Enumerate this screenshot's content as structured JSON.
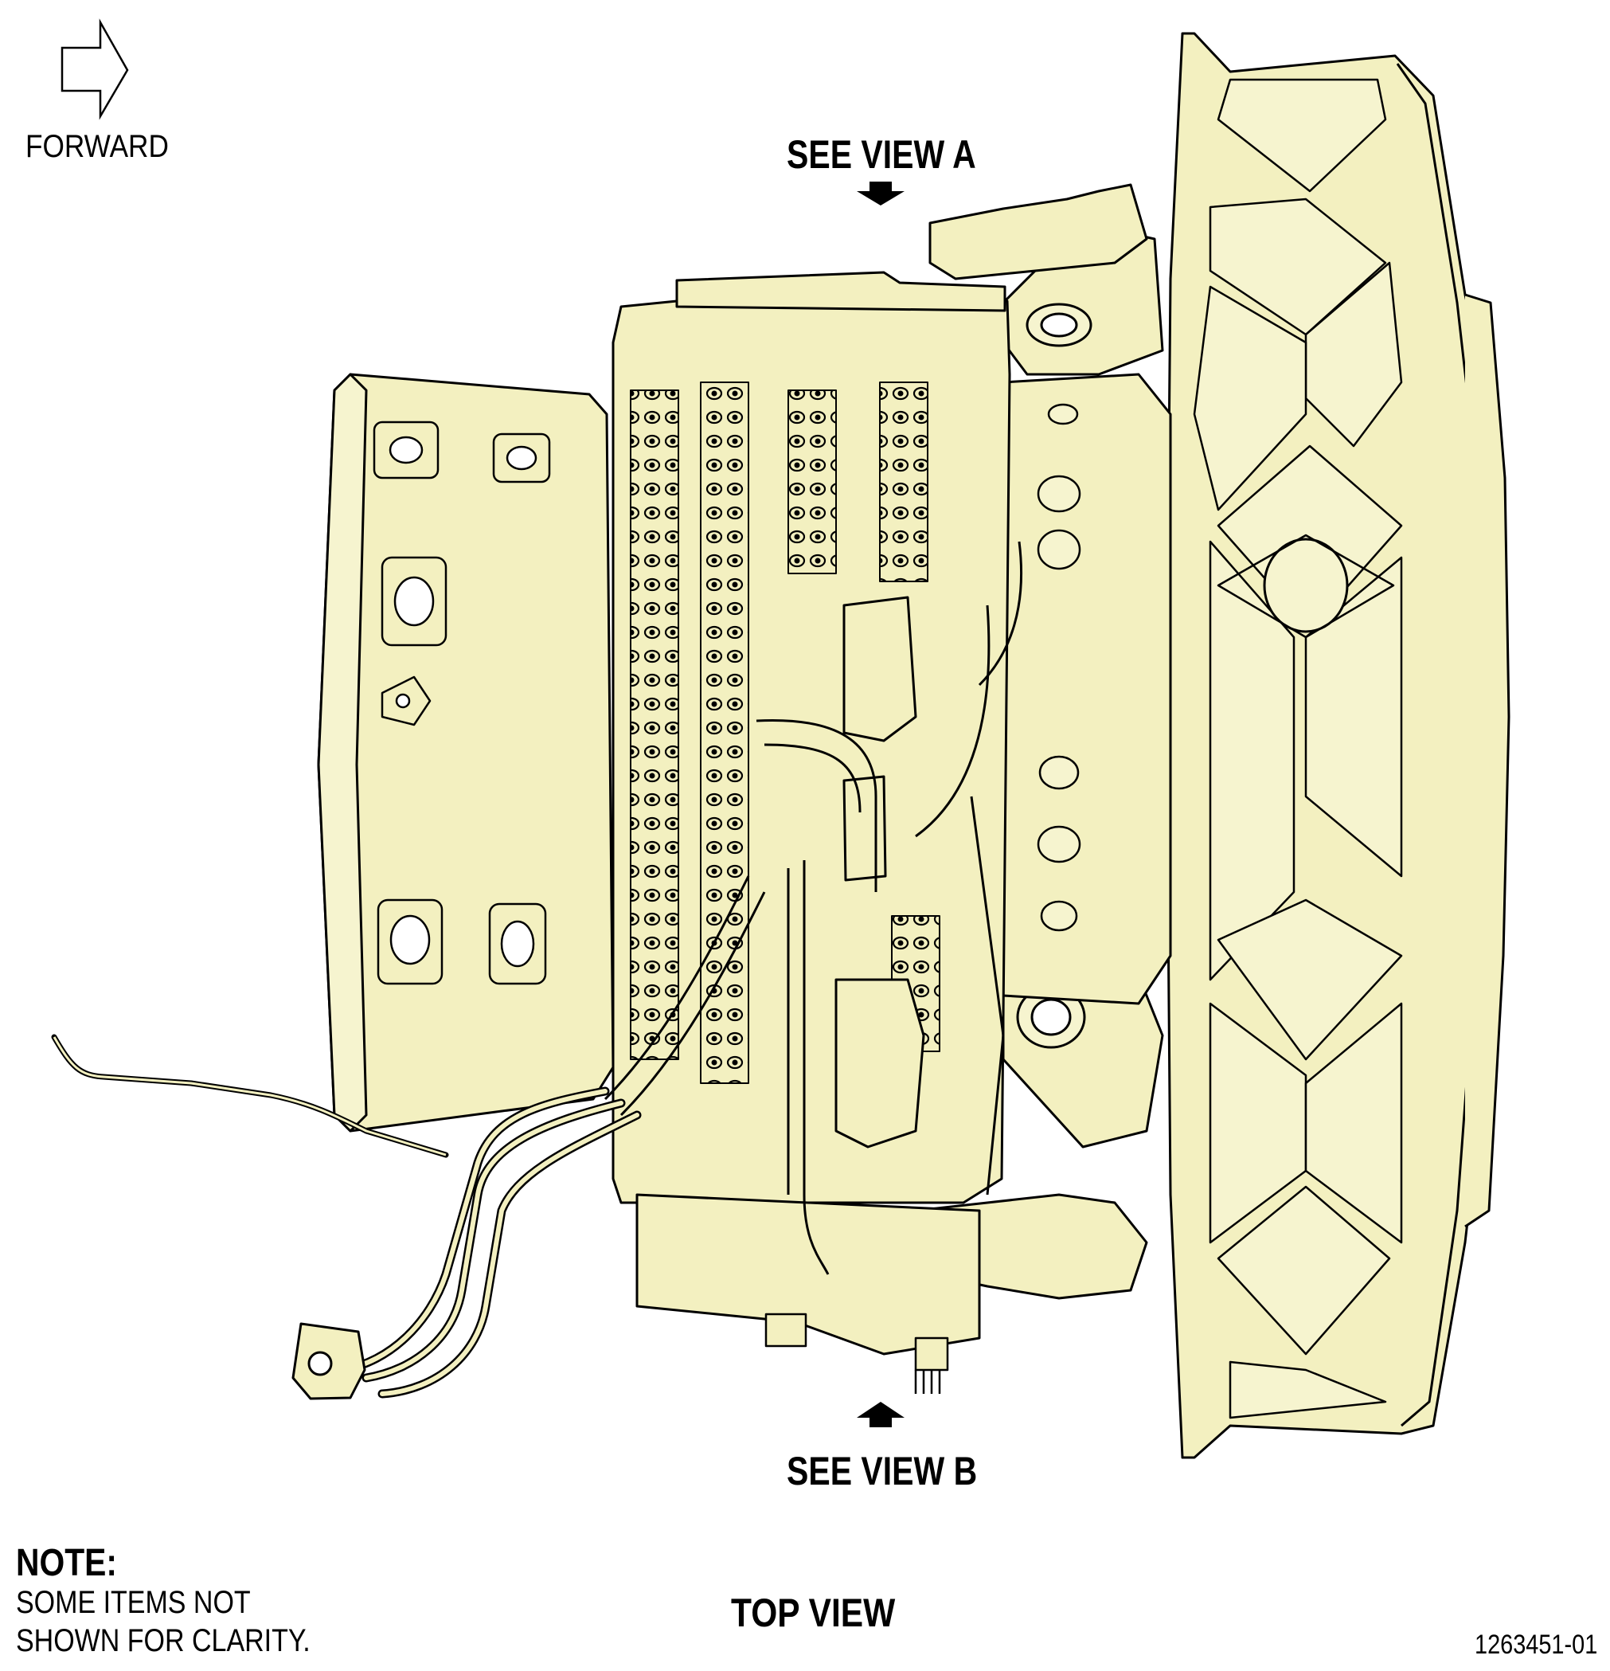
{
  "colors": {
    "fill": "#f3f0c0",
    "line": "#000000",
    "background": "#ffffff"
  },
  "labels": {
    "forward": "FORWARD",
    "see_view_a": "SEE VIEW A",
    "see_view_b": "SEE VIEW B",
    "note_title": "NOTE:",
    "note_line1": "SOME ITEMS NOT",
    "note_line2": "SHOWN FOR CLARITY.",
    "view_title": "TOP VIEW",
    "figure_number": "1263451-01"
  },
  "icons": {
    "forward_arrow": "forward-arrow-icon",
    "view_a_arrow": "down-arrow-icon",
    "view_b_arrow": "up-arrow-icon"
  }
}
